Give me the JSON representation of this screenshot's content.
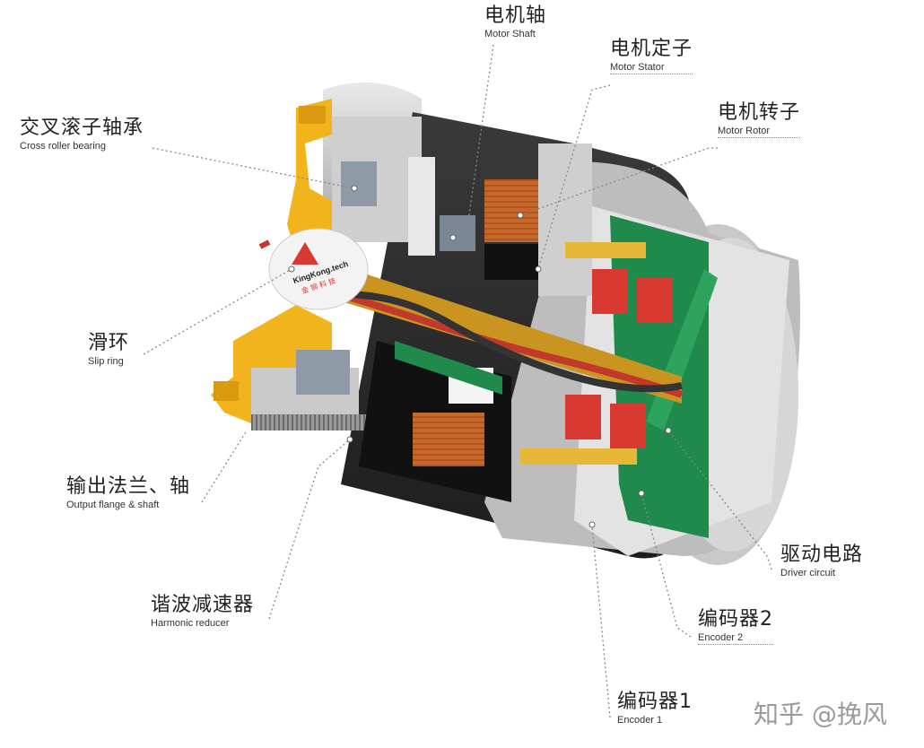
{
  "labels": {
    "motor_shaft": {
      "cn": "电机轴",
      "en": "Motor Shaft"
    },
    "motor_stator": {
      "cn": "电机定子",
      "en": "Motor Stator"
    },
    "motor_rotor": {
      "cn": "电机转子",
      "en": "Motor Rotor"
    },
    "cross_roller": {
      "cn": "交叉滚子轴承",
      "en": "Cross roller bearing"
    },
    "slip_ring": {
      "cn": "滑环",
      "en": "Slip ring"
    },
    "output_flange": {
      "cn": "输出法兰、轴",
      "en": "Output flange & shaft"
    },
    "harmonic": {
      "cn": "谐波减速器",
      "en": "Harmonic reducer"
    },
    "driver": {
      "cn": "驱动电路",
      "en": "Driver circuit"
    },
    "encoder2": {
      "cn": "编码器2",
      "en": "Encoder 2"
    },
    "encoder1": {
      "cn": "编码器1",
      "en": "Encoder 1"
    }
  },
  "slip_ring_brand": {
    "line1": "KingKong.tech",
    "line2": "金 钢 科 技"
  },
  "watermark": "知乎 @挽风",
  "colors": {
    "yellow": "#f2b41c",
    "dark": "#2b2b2b",
    "green": "#1f8a4c",
    "copper": "#c8672a",
    "silver": "#cfcfcf",
    "red": "#d83a32"
  }
}
